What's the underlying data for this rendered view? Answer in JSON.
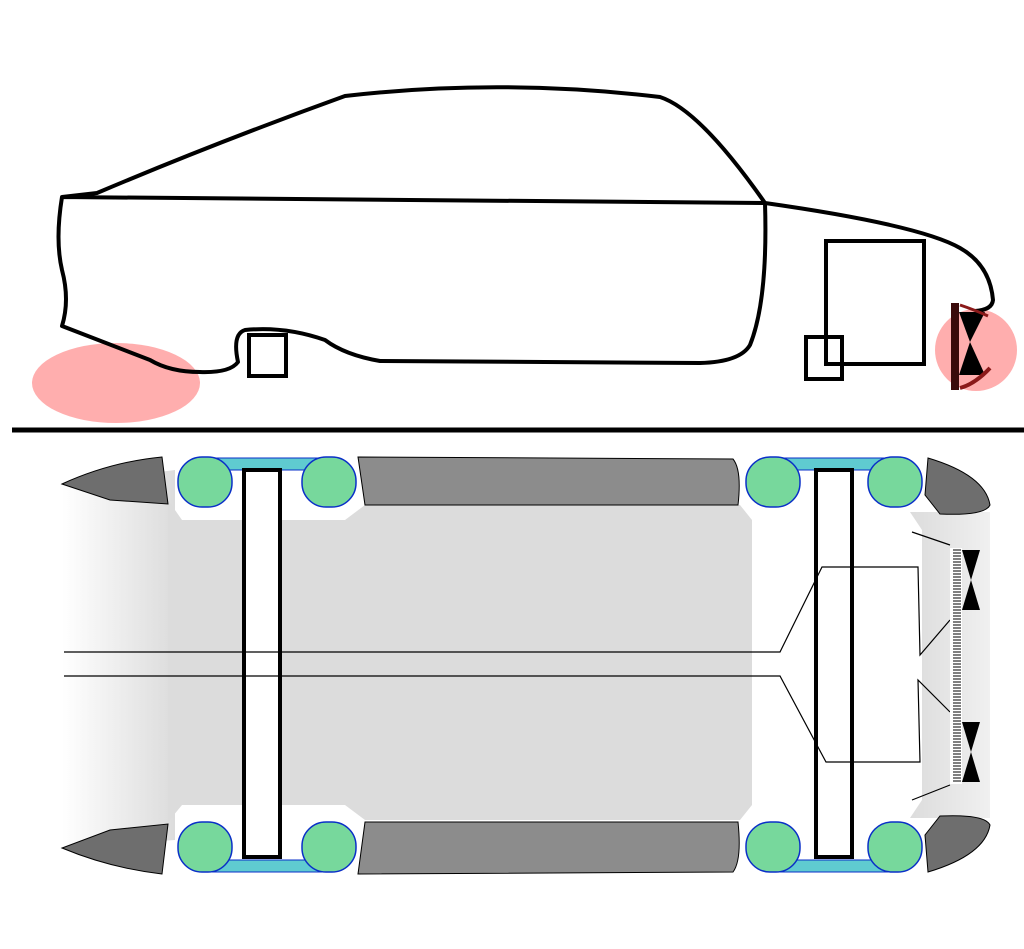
{
  "diagram": {
    "views": [
      "side-view",
      "top-view"
    ],
    "colors": {
      "outline": "#000000",
      "highlight": "#ff9a9a",
      "tire": "#77d89c",
      "tire_border": "#0a2fc8",
      "axle_band": "#5fcbd0",
      "floor": "#dcdcdc",
      "panel_dark": "#8c8c8c",
      "panel_fade": "#e6e6e6",
      "background": "#ffffff"
    },
    "side_view": {
      "highlight_zones": [
        "rear-underside-zone",
        "front-bumper-zone"
      ],
      "components": [
        "car-body-outline",
        "rear-wheel-box",
        "engine-box",
        "front-small-box",
        "front-sensor"
      ]
    },
    "top_view": {
      "components": [
        "floor-pan",
        "rear-axle-bar",
        "front-axle-bar",
        "drive-line",
        "front-sensor-array"
      ],
      "wheel_count": 8,
      "sensor_count": 2
    }
  }
}
